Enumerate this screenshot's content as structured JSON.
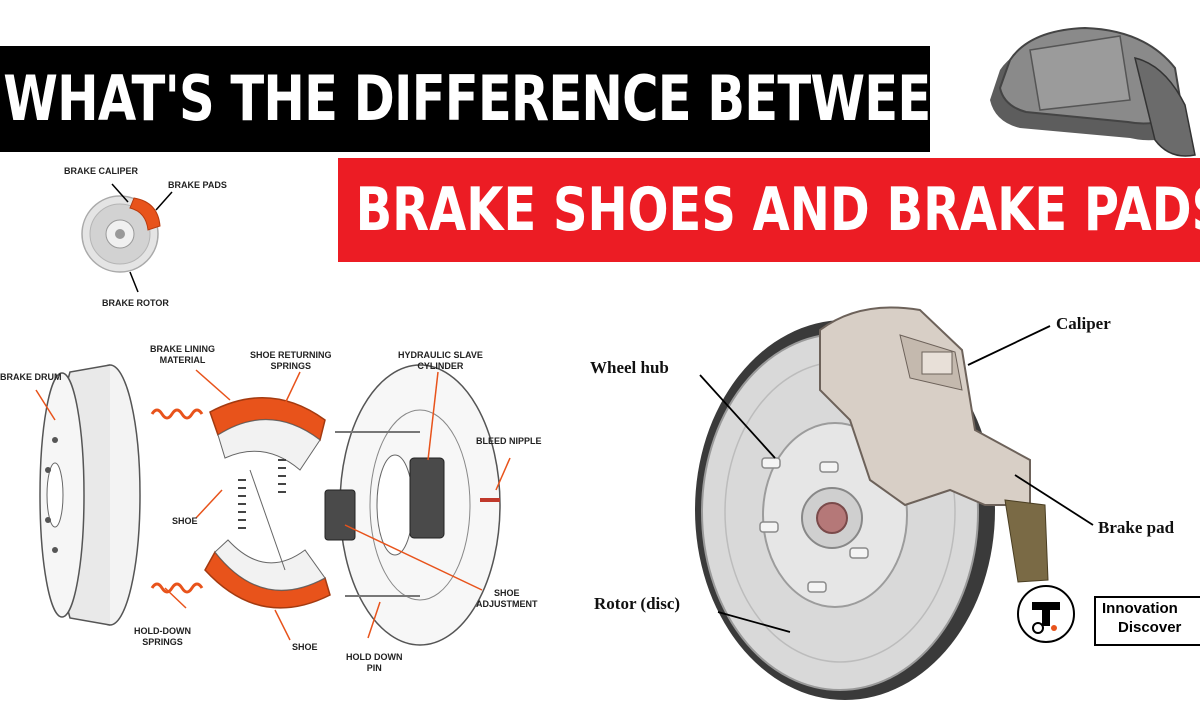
{
  "title": {
    "line1": "WHAT'S THE DIFFERENCE BETWEEN",
    "line2": "BRAKE SHOES AND BRAKE PADS?"
  },
  "small_diagram": {
    "labels": [
      "BRAKE CALIPER",
      "BRAKE PADS",
      "BRAKE ROTOR"
    ]
  },
  "drum_diagram": {
    "labels": {
      "drum": "BRAKE DRUM",
      "lining_1": "BRAKE LINING",
      "lining_2": "MATERIAL",
      "springs_1": "SHOE RETURNING",
      "springs_2": "SPRINGS",
      "cylinder_1": "HYDRAULIC SLAVE",
      "cylinder_2": "CYLINDER",
      "bleed": "BLEED NIPPLE",
      "shoe_upper": "SHOE",
      "shoe_lower": "SHOE",
      "holddown_1": "HOLD-DOWN",
      "holddown_2": "SPRINGS",
      "adjust_1": "SHOE",
      "adjust_2": "ADJUSTMENT",
      "pin_1": "HOLD DOWN",
      "pin_2": "PIN"
    }
  },
  "disc_diagram": {
    "labels": {
      "caliper": "Caliper",
      "hub": "Wheel hub",
      "pad": "Brake pad",
      "rotor": "Rotor (disc)"
    }
  },
  "logo": {
    "line1": "Innovation",
    "line2": "Discover"
  },
  "colors": {
    "banner_black": "#000000",
    "banner_red": "#ec1c24",
    "shoe_orange": "#e8531b"
  }
}
